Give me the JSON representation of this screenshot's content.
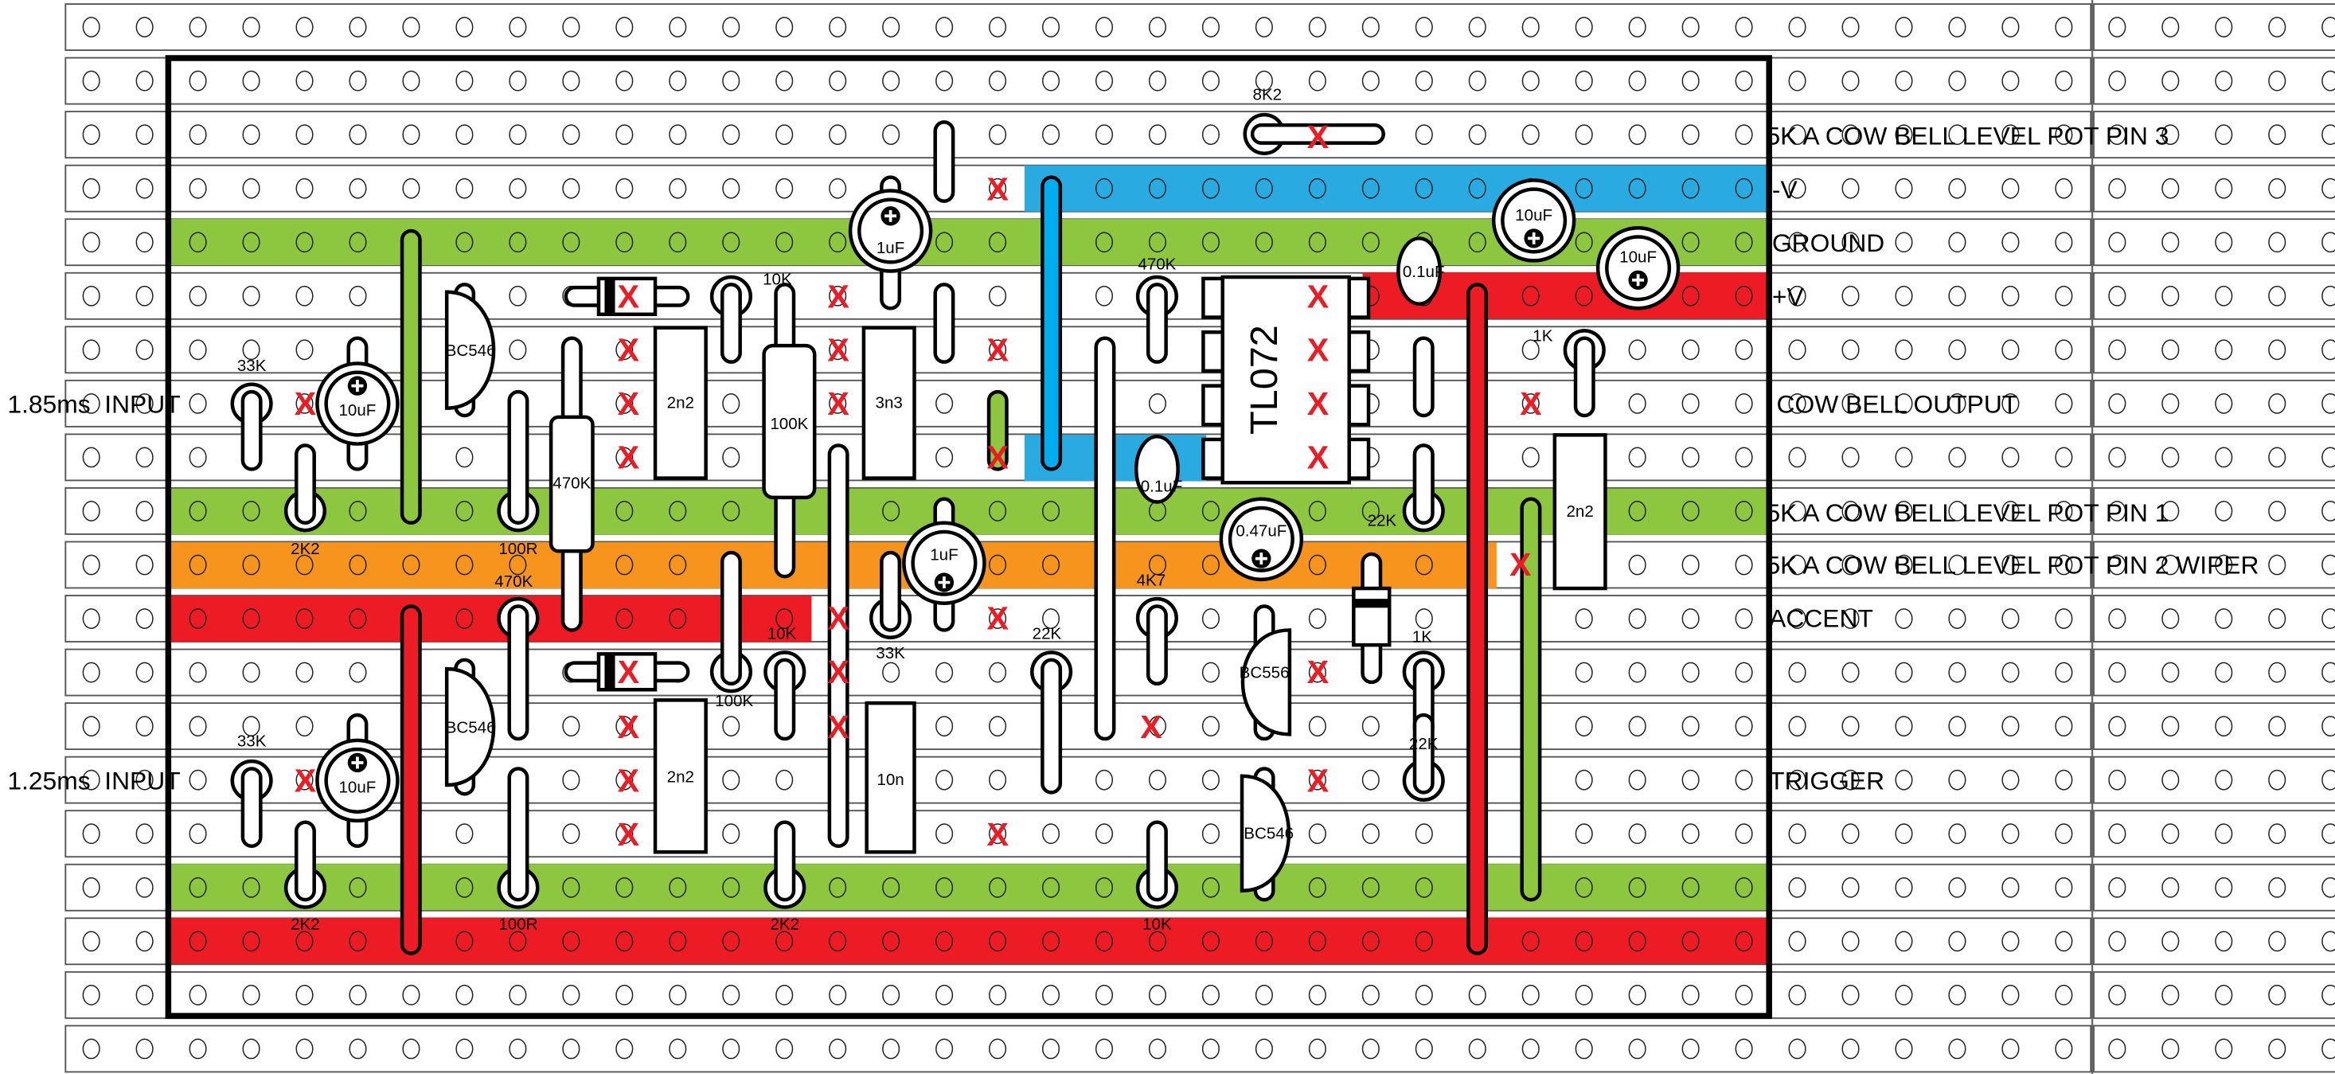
{
  "colors": {
    "ground": "#8dc63f",
    "neg_v": "#29abe2",
    "pos_v": "#ed1c24",
    "wiper": "#f7941d",
    "cut": "#ed1c24"
  },
  "cut_marker": "X",
  "labels_left": {
    "input_1": "1.85ms  INPUT",
    "input_2": "1.25ms  INPUT"
  },
  "labels_right": {
    "pot_pin3": "5K A COW BELL LEVEL POT PIN 3",
    "neg_v": "-V",
    "ground": "GROUND",
    "pos_v": "+V",
    "output": "COW BELL OUTPUT",
    "pot_pin1": "5K A COW BELL LEVEL POT PIN 1",
    "pot_pin2": "5K A COW BELL LEVEL POT PIN 2 WIPER",
    "accent": "ACCENT",
    "trigger": "TRIGGER"
  },
  "components": {
    "r_33k_a": "33K",
    "r_2k2_a": "2K2",
    "r_100r_a": "100R",
    "r_470k_body": "470K",
    "r_10k_a": "10K",
    "r_100k_body": "100K",
    "r_470k_b": "470K",
    "r_8k2": "8K2",
    "r_22k_a": "22K",
    "r_1k_a": "1K",
    "r_470k_c": "470K",
    "r_100k_b": "100K",
    "r_10k_b": "10K",
    "r_33k_b": "33K",
    "r_22k_b": "22K",
    "r_4k7": "4K7",
    "r_1k_b": "1K",
    "r_22k_c": "22K",
    "r_33k_c": "33K",
    "r_2k2_b": "2K2",
    "r_100r_b": "100R",
    "r_2k2_c": "2K2",
    "r_10k_c": "10K",
    "c_2n2_a": "2n2",
    "c_3n3": "3n3",
    "c_2n2_b": "2n2",
    "c_10n": "10n",
    "c_2n2_c": "2n2",
    "c_10uf_a": "10uF",
    "c_10uf_b": "10uF",
    "c_1uf_a": "1uF",
    "c_1uf_b": "1uF",
    "c_047uf": "0.47uF",
    "c_10uf_c": "10uF",
    "c_10uf_d": "10uF",
    "c_01uf_a": "0.1uF",
    "c_01uf_b": "0.1uF",
    "q_bc546_a": "BC546",
    "q_bc546_b": "BC546",
    "q_bc556": "BC556",
    "q_bc546_c": "BC546",
    "ic": "TL072"
  }
}
